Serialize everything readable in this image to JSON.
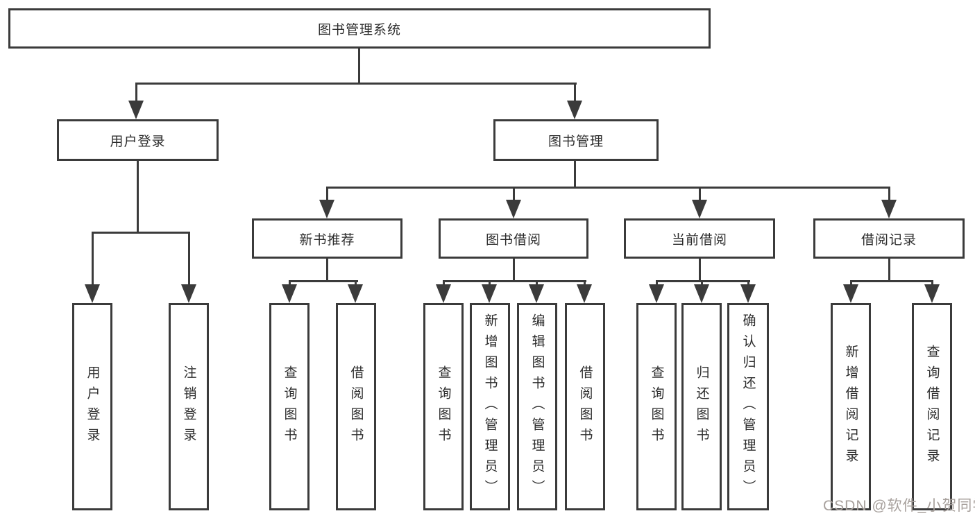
{
  "diagram": {
    "root": "图书管理系统",
    "branches": {
      "login": {
        "label": "用户登录",
        "children": [
          "用户登录",
          "注销登录"
        ]
      },
      "management": {
        "label": "图书管理",
        "groups": [
          {
            "label": "新书推荐",
            "children": [
              "查询图书",
              "借阅图书"
            ]
          },
          {
            "label": "图书借阅",
            "children": [
              "查询图书",
              "新增图书（管理员）",
              "编辑图书（管理员）",
              "借阅图书"
            ]
          },
          {
            "label": "当前借阅",
            "children": [
              "查询图书",
              "归还图书",
              "确认归还（管理员）"
            ]
          },
          {
            "label": "借阅记录",
            "children": [
              "新增借阅记录",
              "查询借阅记录"
            ]
          }
        ]
      }
    }
  },
  "watermark": "CSDN @软件_小贺同学",
  "colors": {
    "line": "#3b3b3b",
    "text": "#2d2d2d",
    "watermark": "#a7a09c",
    "background": "#ffffff"
  }
}
